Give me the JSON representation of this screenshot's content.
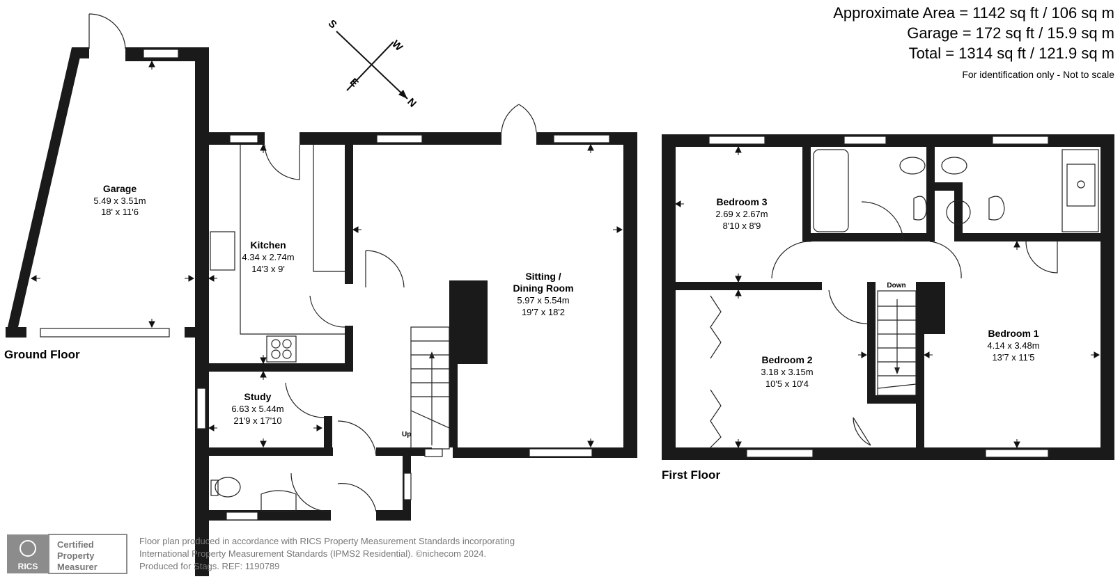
{
  "areas": {
    "approximate": "Approximate Area = 1142 sq ft / 106 sq m",
    "garage": "Garage = 172 sq ft / 15.9 sq m",
    "total": "Total = 1314 sq ft / 121.9 sq m",
    "note": "For identification only - Not to scale"
  },
  "compass": {
    "s": "S",
    "w": "W",
    "e": "E",
    "n": "N"
  },
  "floors": {
    "ground": "Ground Floor",
    "first": "First Floor"
  },
  "rooms": {
    "garage": {
      "name": "Garage",
      "metric": "5.49 x 3.51m",
      "imperial": "18' x 11'6"
    },
    "kitchen": {
      "name": "Kitchen",
      "metric": "4.34 x 2.74m",
      "imperial": "14'3 x 9'"
    },
    "sitting": {
      "name1": "Sitting /",
      "name2": "Dining Room",
      "metric": "5.97 x 5.54m",
      "imperial": "19'7 x 18'2"
    },
    "study": {
      "name": "Study",
      "metric": "6.63 x 5.44m",
      "imperial": "21'9 x 17'10"
    },
    "bedroom3": {
      "name": "Bedroom 3",
      "metric": "2.69 x 2.67m",
      "imperial": "8'10 x 8'9"
    },
    "bedroom2": {
      "name": "Bedroom 2",
      "metric": "3.18 x 3.15m",
      "imperial": "10'5 x 10'4"
    },
    "bedroom1": {
      "name": "Bedroom 1",
      "metric": "4.14 x 3.48m",
      "imperial": "13'7 x 11'5"
    }
  },
  "stairs": {
    "up": "Up",
    "down": "Down"
  },
  "badge": {
    "line1": "Certified",
    "line2": "Property",
    "line3": "Measurer",
    "logo": "RICS"
  },
  "footer": {
    "line1": "Floor plan produced in accordance with RICS Property Measurement Standards incorporating",
    "line2": "International Property Measurement Standards (IPMS2 Residential).  ©nichecom 2024.",
    "line3": "Produced for Stags.   REF: 1190789"
  },
  "colors": {
    "wall": "#1a1a1a",
    "muted": "#777777",
    "rics_badge": "#8c8c8c"
  }
}
